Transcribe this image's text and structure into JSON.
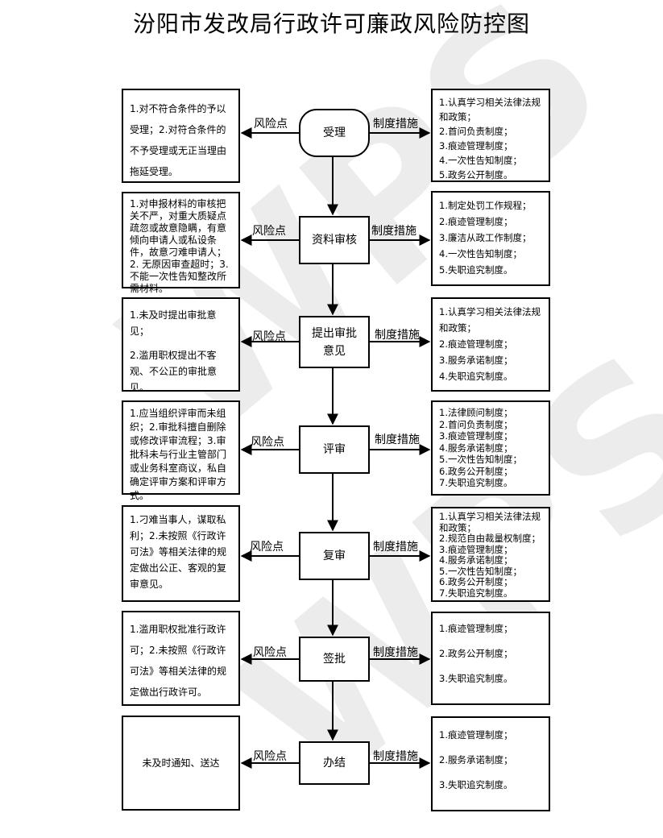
{
  "title": "汾阳市发改局行政许可廉政风险防控图",
  "labels": {
    "risk": "风险点",
    "measure": "制度措施"
  },
  "watermark": "WPS",
  "steps": [
    {
      "name": "受理",
      "risks": [
        "1.对不符合条件的予以受理；2.对符合条件的不予受理或无正当理由拖延受理。"
      ],
      "measures": [
        "1.认真学习相关法律法规和政策；",
        "2.首问负责制度；",
        "3.痕迹管理制度；",
        "4.一次性告知制度；",
        "5.政务公开制度。"
      ]
    },
    {
      "name": "资料审核",
      "risks": [
        "1.对申报材料的审核把关不严，对重大质疑点疏忽或故意隐瞒，有意倾向申请人或私设条件，故意刁难申请人；2. 无原因审查超时；3. 不能一次性告知整改所需材料。"
      ],
      "measures": [
        "1.制定处罚工作规程；",
        "2.痕迹管理制度；",
        "3.廉洁从政工作制度；",
        "4.一次性告知制度；",
        "5.失职追究制度。"
      ]
    },
    {
      "name": "提出审批意见",
      "risks": [
        "1.未及时提出审批意见；",
        "2.滥用职权提出不客观、不公正的审批意见。"
      ],
      "measures": [
        "1.认真学习相关法律法规和政策；",
        "2.痕迹管理制度；",
        "3.服务承诺制度；",
        "4.失职追究制度。"
      ]
    },
    {
      "name": "评审",
      "risks": [
        "1.应当组织评审而未组织；2.审批科擅自删除或修改评审流程；3.审批科未与行业主管部门或业务科室商议，私自确定评审方案和评审方式。"
      ],
      "measures": [
        "1.法律顾问制度；",
        "2.首问负责制度；",
        "3.痕迹管理制度；",
        "4.服务承诺制度；",
        "5.一次性告知制度；",
        "6.政务公开制度；",
        "7.失职追究制度。"
      ]
    },
    {
      "name": "复审",
      "risks": [
        "1.刁难当事人，谋取私利；2.未按照《行政许可法》等相关法律的规定做出公正、客观的复审意见。"
      ],
      "measures": [
        "1.认真学习相关法律法规和政策；",
        "2.规范自由裁量权制度；",
        "3.痕迹管理制度；",
        "4.服务承诺制度；",
        "5.一次性告知制度；",
        "6.政务公开制度；",
        "7.失职追究制度。"
      ]
    },
    {
      "name": "签批",
      "risks": [
        "1.滥用职权批准行政许可；2.未按照《行政许可法》等相关法律的规定做出行政许可。"
      ],
      "measures": [
        "1.痕迹管理制度；",
        "2.政务公开制度；",
        "3.失职追究制度。"
      ]
    },
    {
      "name": "办结",
      "risks": [
        "未及时通知、送达"
      ],
      "measures": [
        "1.痕迹管理制度；",
        "2.服务承诺制度；",
        "3.失职追究制度。"
      ]
    }
  ]
}
